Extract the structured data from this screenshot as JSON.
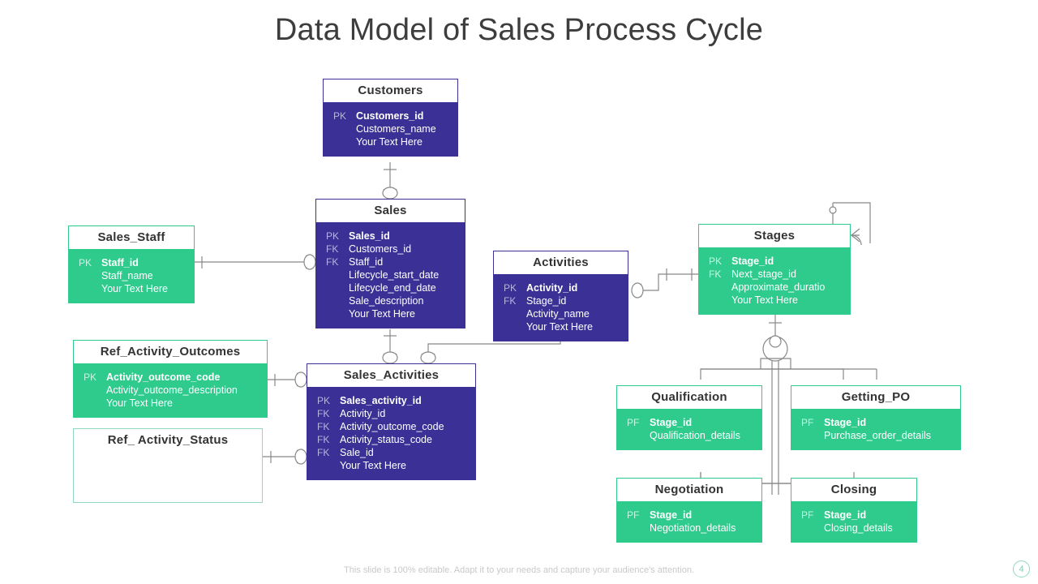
{
  "slide": {
    "title": "Data Model of Sales Process Cycle",
    "footer_note": "This slide is 100% editable. Adapt it to your needs and capture your audience's attention.",
    "page_number": "4",
    "colors": {
      "purple": "#3a3095",
      "green": "#2ecb8d",
      "title_text": "#3d3d3d",
      "connector": "#888888",
      "footer_text": "#c9c9c9",
      "badge_border": "#8fd9c0"
    }
  },
  "entities": {
    "customers": {
      "name": "Customers",
      "theme": "purple",
      "fields": [
        {
          "key": "PK",
          "name": "Customers_id",
          "pk": true
        },
        {
          "key": "",
          "name": "Customers_name",
          "pk": false
        },
        {
          "key": "",
          "name": "Your Text Here",
          "pk": false
        }
      ]
    },
    "sales": {
      "name": "Sales",
      "theme": "purple",
      "fields": [
        {
          "key": "PK",
          "name": "Sales_id",
          "pk": true
        },
        {
          "key": "FK",
          "name": "Customers_id",
          "pk": false
        },
        {
          "key": "FK",
          "name": "Staff_id",
          "pk": false
        },
        {
          "key": "",
          "name": "Lifecycle_start_date",
          "pk": false
        },
        {
          "key": "",
          "name": "Lifecycle_end_date",
          "pk": false
        },
        {
          "key": "",
          "name": "Sale_description",
          "pk": false
        },
        {
          "key": "",
          "name": "Your Text Here",
          "pk": false
        }
      ]
    },
    "sales_staff": {
      "name": "Sales_Staff",
      "theme": "green",
      "fields": [
        {
          "key": "PK",
          "name": "Staff_id",
          "pk": true
        },
        {
          "key": "",
          "name": "Staff_name",
          "pk": false
        },
        {
          "key": "",
          "name": "Your Text Here",
          "pk": false
        }
      ]
    },
    "activities": {
      "name": "Activities",
      "theme": "purple",
      "fields": [
        {
          "key": "PK",
          "name": "Activity_id",
          "pk": true
        },
        {
          "key": "FK",
          "name": "Stage_id",
          "pk": false
        },
        {
          "key": "",
          "name": "Activity_name",
          "pk": false
        },
        {
          "key": "",
          "name": "Your Text Here",
          "pk": false
        }
      ]
    },
    "stages": {
      "name": "Stages",
      "theme": "green",
      "fields": [
        {
          "key": "PK",
          "name": "Stage_id",
          "pk": true
        },
        {
          "key": "FK",
          "name": "Next_stage_id",
          "pk": false
        },
        {
          "key": "",
          "name": "Approximate_duratio",
          "pk": false
        },
        {
          "key": "",
          "name": "Your Text Here",
          "pk": false
        }
      ]
    },
    "ref_activity_outcomes": {
      "name": "Ref_Activity_Outcomes",
      "theme": "green",
      "fields": [
        {
          "key": "PK",
          "name": "Activity_outcome_code",
          "pk": true
        },
        {
          "key": "",
          "name": "Activity_outcome_description",
          "pk": false
        },
        {
          "key": "",
          "name": "Your Text Here",
          "pk": false
        }
      ]
    },
    "ref_activity_status": {
      "name": "Ref_ Activity_Status",
      "theme": "empty",
      "fields": []
    },
    "sales_activities": {
      "name": "Sales_Activities",
      "theme": "purple",
      "fields": [
        {
          "key": "PK",
          "name": "Sales_activity_id",
          "pk": true
        },
        {
          "key": "FK",
          "name": "Activity_id",
          "pk": false
        },
        {
          "key": "FK",
          "name": "Activity_outcome_code",
          "pk": false
        },
        {
          "key": "FK",
          "name": "Activity_status_code",
          "pk": false
        },
        {
          "key": "FK",
          "name": "Sale_id",
          "pk": false
        },
        {
          "key": "",
          "name": "Your Text Here",
          "pk": false
        }
      ]
    },
    "qualification": {
      "name": "Qualification",
      "theme": "green",
      "fields": [
        {
          "key": "PF",
          "name": "Stage_id",
          "pk": true
        },
        {
          "key": "",
          "name": "Qualification_details",
          "pk": false
        }
      ]
    },
    "getting_po": {
      "name": "Getting_PO",
      "theme": "green",
      "fields": [
        {
          "key": "PF",
          "name": "Stage_id",
          "pk": true
        },
        {
          "key": "",
          "name": "Purchase_order_details",
          "pk": false
        }
      ]
    },
    "negotiation": {
      "name": "Negotiation",
      "theme": "green",
      "fields": [
        {
          "key": "PF",
          "name": "Stage_id",
          "pk": true
        },
        {
          "key": "",
          "name": "Negotiation_details",
          "pk": false
        }
      ]
    },
    "closing": {
      "name": "Closing",
      "theme": "green",
      "fields": [
        {
          "key": "PF",
          "name": "Stage_id",
          "pk": true
        },
        {
          "key": "",
          "name": "Closing_details",
          "pk": false
        }
      ]
    }
  },
  "relationships": [
    {
      "from": "Customers",
      "to": "Sales",
      "notation": "one-to-many"
    },
    {
      "from": "Sales_Staff",
      "to": "Sales",
      "notation": "one-to-many"
    },
    {
      "from": "Sales",
      "to": "Sales_Activities",
      "notation": "one-to-many"
    },
    {
      "from": "Activities",
      "to": "Sales_Activities",
      "notation": "one-to-many"
    },
    {
      "from": "Activities",
      "to": "Stages",
      "notation": "many-to-one"
    },
    {
      "from": "Ref_Activity_Outcomes",
      "to": "Sales_Activities",
      "notation": "one-to-many"
    },
    {
      "from": "Ref_ Activity_Status",
      "to": "Sales_Activities",
      "notation": "one-to-many"
    },
    {
      "from": "Stages",
      "to": "Stages",
      "notation": "self-referencing-optional"
    },
    {
      "from": "Stages",
      "to": "Qualification",
      "notation": "one-to-one"
    },
    {
      "from": "Stages",
      "to": "Getting_PO",
      "notation": "one-to-one"
    },
    {
      "from": "Stages",
      "to": "Negotiation",
      "notation": "one-to-one"
    },
    {
      "from": "Stages",
      "to": "Closing",
      "notation": "one-to-one"
    }
  ]
}
